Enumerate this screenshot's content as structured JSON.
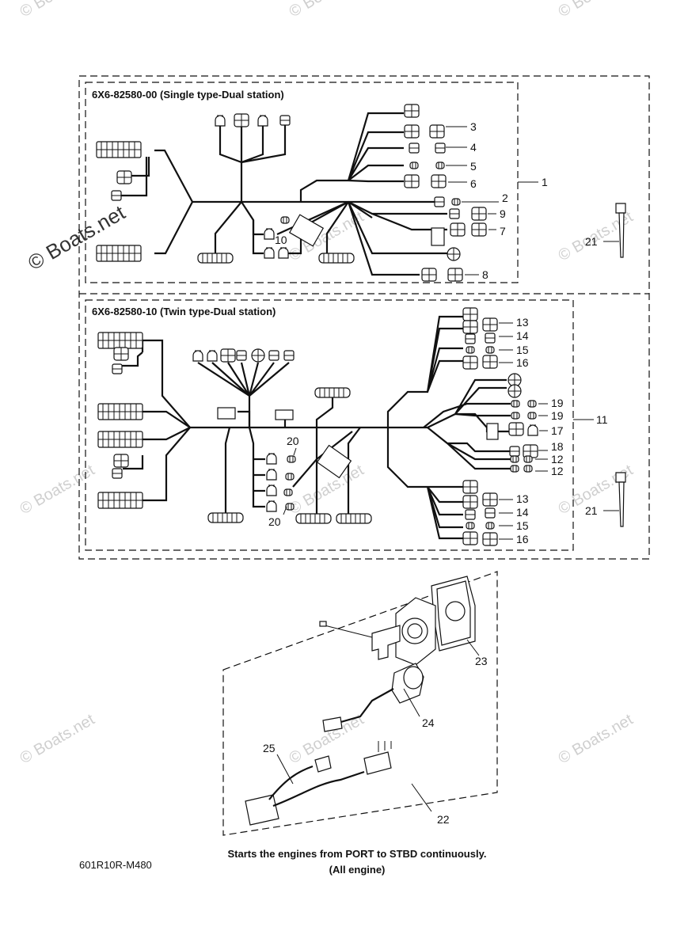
{
  "watermarks": {
    "small": "© Boats.net",
    "large": "© Boats.net"
  },
  "sections": {
    "single": {
      "title": "6X6-82580-00 (Single type-Dual station)"
    },
    "twin": {
      "title": "6X6-82580-10 (Twin type-Dual station)"
    }
  },
  "callouts": {
    "c1": "1",
    "c2": "2",
    "c3": "3",
    "c4": "4",
    "c5": "5",
    "c6": "6",
    "c7": "7",
    "c8": "8",
    "c9": "9",
    "c10": "10",
    "c11": "11",
    "c12a": "12",
    "c12b": "12",
    "c13a": "13",
    "c13b": "13",
    "c14a": "14",
    "c14b": "14",
    "c15a": "15",
    "c15b": "15",
    "c16a": "16",
    "c16b": "16",
    "c17": "17",
    "c18": "18",
    "c19a": "19",
    "c19b": "19",
    "c20a": "20",
    "c20b": "20",
    "c21a": "21",
    "c21b": "21",
    "c22": "22",
    "c23": "23",
    "c24": "24",
    "c25": "25"
  },
  "caption": {
    "line1": "Starts the engines from PORT to STBD continuously.",
    "line2": "(All engine)"
  },
  "diagram_code": "601R10R-M480"
}
